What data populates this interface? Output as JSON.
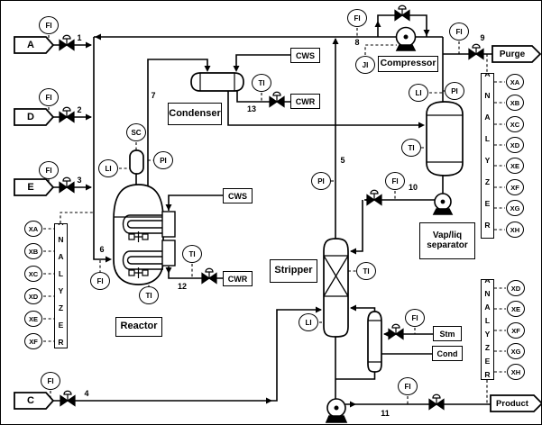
{
  "instruments": {
    "fi": "FI",
    "ti": "TI",
    "pi": "PI",
    "li": "LI",
    "ji": "JI",
    "sc": "SC"
  },
  "feeds": {
    "a": "A",
    "d": "D",
    "e": "E",
    "c": "C"
  },
  "tags": {
    "purge": "Purge",
    "product": "Product",
    "cws": "CWS",
    "cwr": "CWR",
    "stm": "Stm",
    "cond": "Cond"
  },
  "equipment": {
    "reactor": "Reactor",
    "condenser": "Condenser",
    "compressor": "Compressor",
    "stripper": "Stripper",
    "separator_line1": "Vap/liq",
    "separator_line2": "separator"
  },
  "streams": {
    "s1": "1",
    "s2": "2",
    "s3": "3",
    "s4": "4",
    "s5": "5",
    "s6": "6",
    "s7": "7",
    "s8": "8",
    "s9": "9",
    "s10": "10",
    "s11": "11",
    "s12": "12",
    "s13": "13"
  },
  "analyzers": {
    "reactor_feed": {
      "title": "ANALYZER",
      "channels": [
        "XA",
        "XB",
        "XC",
        "XD",
        "XE",
        "XF"
      ]
    },
    "purge": {
      "title": "ANALYZER",
      "channels": [
        "XA",
        "XB",
        "XC",
        "XD",
        "XE",
        "XF",
        "XG",
        "XH"
      ]
    },
    "product": {
      "title": "ANALYZER",
      "channels": [
        "XD",
        "XE",
        "XF",
        "XG",
        "XH"
      ]
    }
  },
  "colors": {
    "line": "#000000",
    "background": "#ffffff"
  }
}
